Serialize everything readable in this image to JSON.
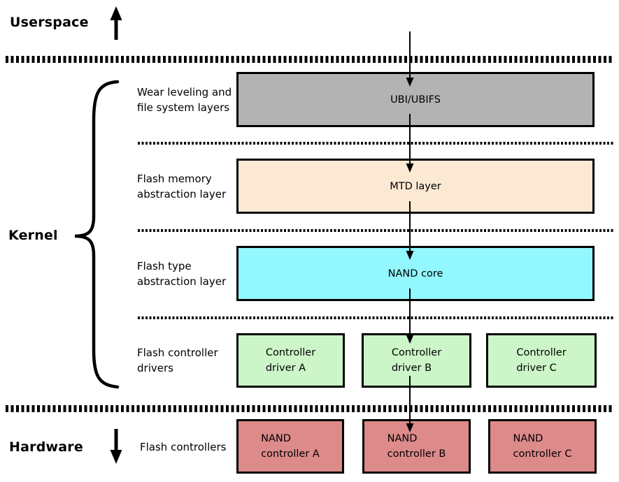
{
  "zones": {
    "userspace_label": "Userspace",
    "kernel_label": "Kernel",
    "hardware_label": "Hardware"
  },
  "rows": {
    "ubi": {
      "label1": "Wear leveling and",
      "label2": "file system layers",
      "box": "UBI/UBIFS"
    },
    "mtd": {
      "label1": "Flash memory",
      "label2": "abstraction layer",
      "box": "MTD layer"
    },
    "nand": {
      "label1": "Flash type",
      "label2": "abstraction layer",
      "box": "NAND core"
    },
    "drivers": {
      "label1": "Flash controller",
      "label2": "drivers",
      "boxes": [
        {
          "line1": "Controller",
          "line2": "driver A"
        },
        {
          "line1": "Controller",
          "line2": "driver B"
        },
        {
          "line1": "Controller",
          "line2": "driver C"
        }
      ]
    },
    "controllers": {
      "label1": "Flash controllers",
      "boxes": [
        {
          "line1": "NAND",
          "line2": "controller A"
        },
        {
          "line1": "NAND",
          "line2": "controller B"
        },
        {
          "line1": "NAND",
          "line2": "controller C"
        }
      ]
    }
  },
  "colors": {
    "ubi_box": "#b3b3b3",
    "mtd_box": "#fce9d4",
    "nand_box": "#92f7fe",
    "driver_box": "#ccf5c8",
    "controller_box": "#dd8a8a",
    "line": "#000000"
  }
}
